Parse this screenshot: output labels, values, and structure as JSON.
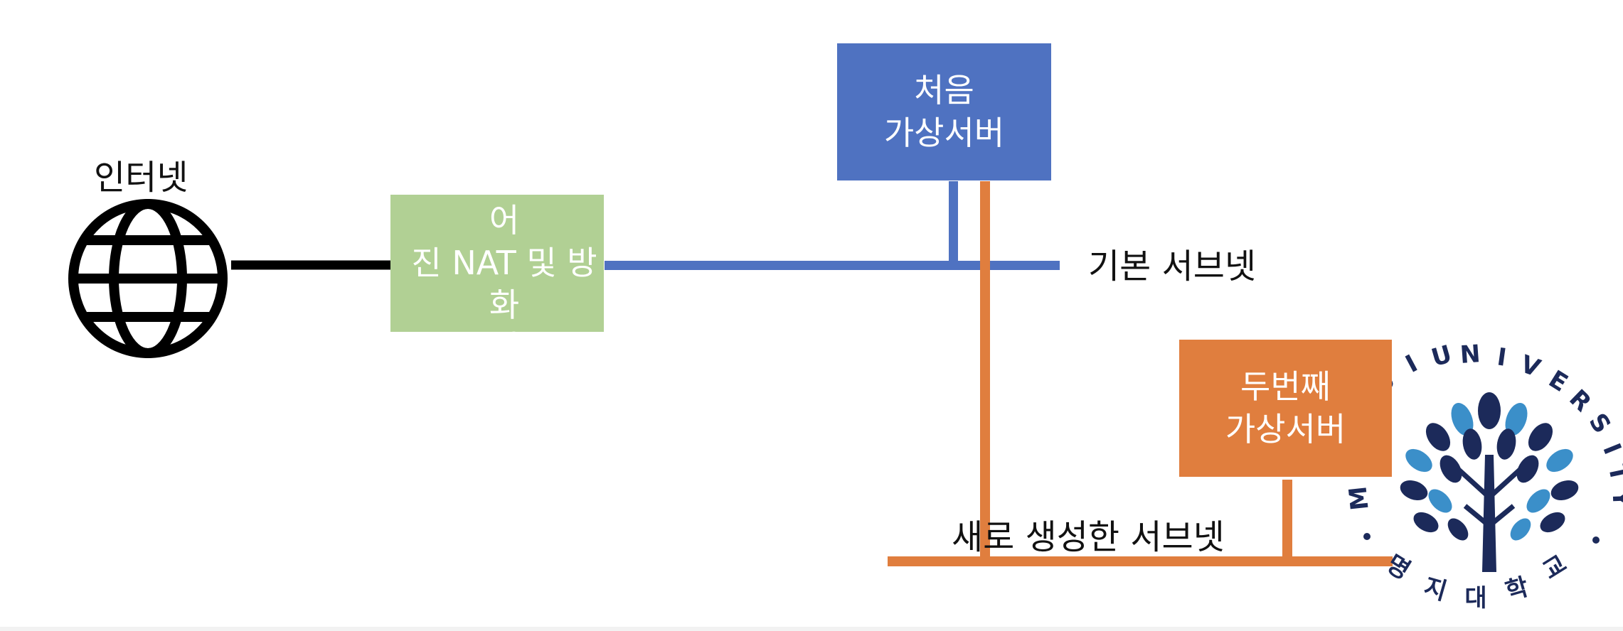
{
  "internet": {
    "label": "인터넷",
    "icon": "globe-icon"
  },
  "nat_firewall": {
    "text": "묵시적으로 주어\n진 NAT 및 방화\n벽",
    "color": "#b1d094"
  },
  "default_subnet": {
    "label": "기본 서브넷",
    "color": "#4f72c1"
  },
  "first_server": {
    "text": "처음\n가상서버",
    "color": "#4f72c1"
  },
  "new_subnet": {
    "label": "새로 생성한 서브넷",
    "color": "#e07e3e"
  },
  "second_server": {
    "text": "두번째\n가상서버",
    "color": "#e07e3e"
  },
  "logo": {
    "text": "MYONGJI UNIVERSITY",
    "korean": "명지대학교",
    "icon": "university-seal-icon"
  }
}
